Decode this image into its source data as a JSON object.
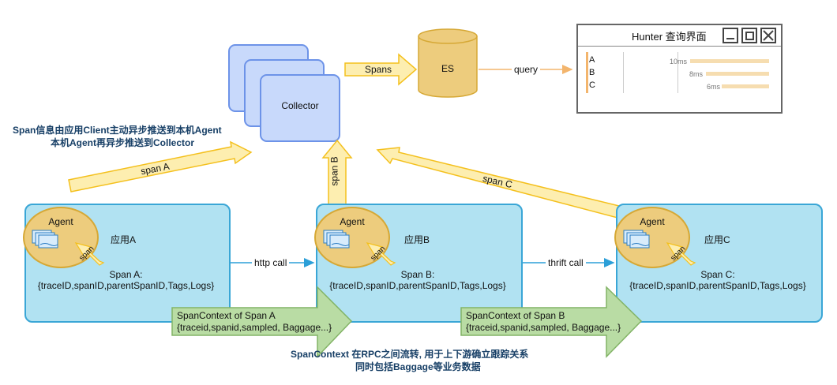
{
  "collector": {
    "label": "Collector"
  },
  "es": {
    "label": "ES"
  },
  "arrows": {
    "spans": "Spans",
    "query": "query",
    "span_a": "span A",
    "span_b": "span B",
    "span_c": "span C",
    "http_call": "http call",
    "thrift_call": "thrift call",
    "agent_span": "span"
  },
  "hunter": {
    "title": "Hunter 查询界面",
    "rows": [
      {
        "label": "A",
        "duration": "10ms"
      },
      {
        "label": "B",
        "duration": "8ms"
      },
      {
        "label": "C",
        "duration": "6ms"
      }
    ]
  },
  "note_top": {
    "line1": "Span信息由应用Client主动异步推送到本机Agent",
    "line2": "本机Agent再异步推送到Collector"
  },
  "apps": [
    {
      "agent": "Agent",
      "name": "应用A",
      "span_title": "Span A:",
      "span_fields": "{traceID,spanID,parentSpanID,Tags,Logs}"
    },
    {
      "agent": "Agent",
      "name": "应用B",
      "span_title": "Span B:",
      "span_fields": "{traceID,spanID,parentSpanID,Tags,Logs}"
    },
    {
      "agent": "Agent",
      "name": "应用C",
      "span_title": "Span C:",
      "span_fields": "{traceID,spanID,parentSpanID,Tags,Logs}"
    }
  ],
  "span_contexts": [
    {
      "title": "SpanContext of Span A",
      "fields": "{traceid,spanid,sampled, Baggage...}"
    },
    {
      "title": "SpanContext of Span B",
      "fields": "{traceid,spanid,sampled, Baggage...}"
    }
  ],
  "note_bottom": {
    "line1": "SpanContext 在RPC之间流转, 用于上下游确立跟踪关系",
    "line2": "同时包括Baggage等业务数据"
  },
  "colors": {
    "app_fill": "#b1e2f2",
    "app_border": "#3aa6d6",
    "collector_fill": "#c8d9fb",
    "agent_fill": "#edcc7d",
    "span_arrow_fill": "#fdeeb0",
    "span_arrow_border": "#f4c01d",
    "context_arrow_fill": "#b9dca4",
    "context_arrow_border": "#82b366",
    "call_arrow": "#2c9fd8",
    "query_arrow": "#f3b56d",
    "note_text": "#173f66"
  }
}
